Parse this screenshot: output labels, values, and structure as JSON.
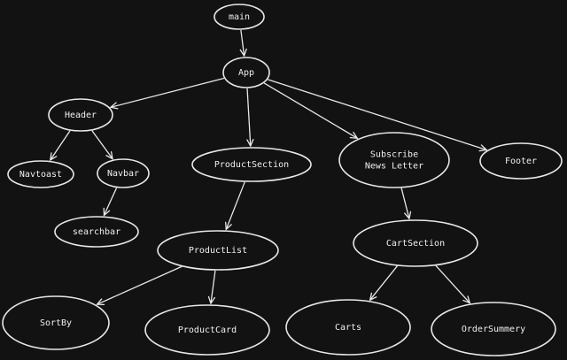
{
  "diagram": {
    "background": "#121212",
    "stroke_color": "#e8e8e8",
    "text_color": "#f0f0f0",
    "nodes": [
      {
        "id": "main",
        "label": "main"
      },
      {
        "id": "app",
        "label": "App"
      },
      {
        "id": "header",
        "label": "Header"
      },
      {
        "id": "navtoast",
        "label": "Navtoast"
      },
      {
        "id": "navbar",
        "label": "Navbar"
      },
      {
        "id": "searchbar",
        "label": "searchbar"
      },
      {
        "id": "productsection",
        "label": "ProductSection"
      },
      {
        "id": "subscribe",
        "label": "Subscribe\nNews Letter"
      },
      {
        "id": "footer",
        "label": "Footer"
      },
      {
        "id": "productlist",
        "label": "ProductList"
      },
      {
        "id": "cartsection",
        "label": "CartSection"
      },
      {
        "id": "sortby",
        "label": "SortBy"
      },
      {
        "id": "productcard",
        "label": "ProductCard"
      },
      {
        "id": "carts",
        "label": "Carts"
      },
      {
        "id": "ordersummery",
        "label": "OrderSummery"
      }
    ],
    "edges": [
      {
        "from": "main",
        "to": "app"
      },
      {
        "from": "app",
        "to": "header"
      },
      {
        "from": "app",
        "to": "productsection"
      },
      {
        "from": "app",
        "to": "subscribe"
      },
      {
        "from": "app",
        "to": "footer"
      },
      {
        "from": "header",
        "to": "navtoast"
      },
      {
        "from": "header",
        "to": "navbar"
      },
      {
        "from": "navbar",
        "to": "searchbar"
      },
      {
        "from": "productsection",
        "to": "productlist"
      },
      {
        "from": "productlist",
        "to": "sortby"
      },
      {
        "from": "productlist",
        "to": "productcard"
      },
      {
        "from": "subscribe",
        "to": "cartsection"
      },
      {
        "from": "cartsection",
        "to": "carts"
      },
      {
        "from": "cartsection",
        "to": "ordersummery"
      }
    ]
  }
}
